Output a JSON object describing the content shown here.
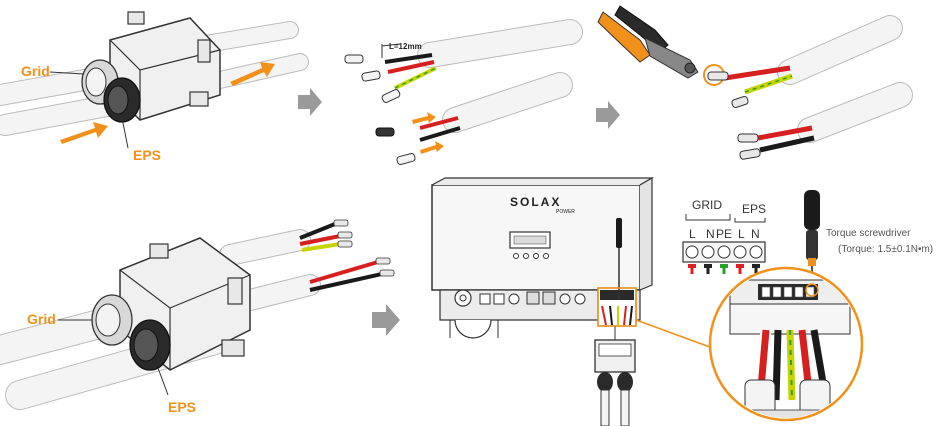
{
  "labels": {
    "grid_top": "Grid",
    "eps_top": "EPS",
    "grid_bottom": "Grid",
    "eps_bottom": "EPS",
    "strip_length": "L=12mm",
    "grid_header": "GRID",
    "eps_header": "EPS",
    "term_L1": "L",
    "term_N": "N",
    "term_PE": "PE",
    "term_L2": "L",
    "term_N2": "N",
    "torque_tool": "Torque screwdriver",
    "torque_value": "(Torque: 1.5±0.1N•m)",
    "brand": "SOLAX",
    "brand_sub": "POWER"
  },
  "colors": {
    "accent_orange": "#f29119",
    "step_arrow_gray": "#9a9a9a",
    "wire_red": "#d62020",
    "wire_yellow_green": "#c8d400",
    "wire_black": "#1a1a1a",
    "pin_red": "#e02020",
    "pin_black": "#222222",
    "pin_green": "#2aa02a"
  },
  "icons": {
    "step_arrow": "step-arrow-icon",
    "crimping_tool": "crimping-tool-icon",
    "torque_screwdriver": "torque-screwdriver-icon"
  }
}
